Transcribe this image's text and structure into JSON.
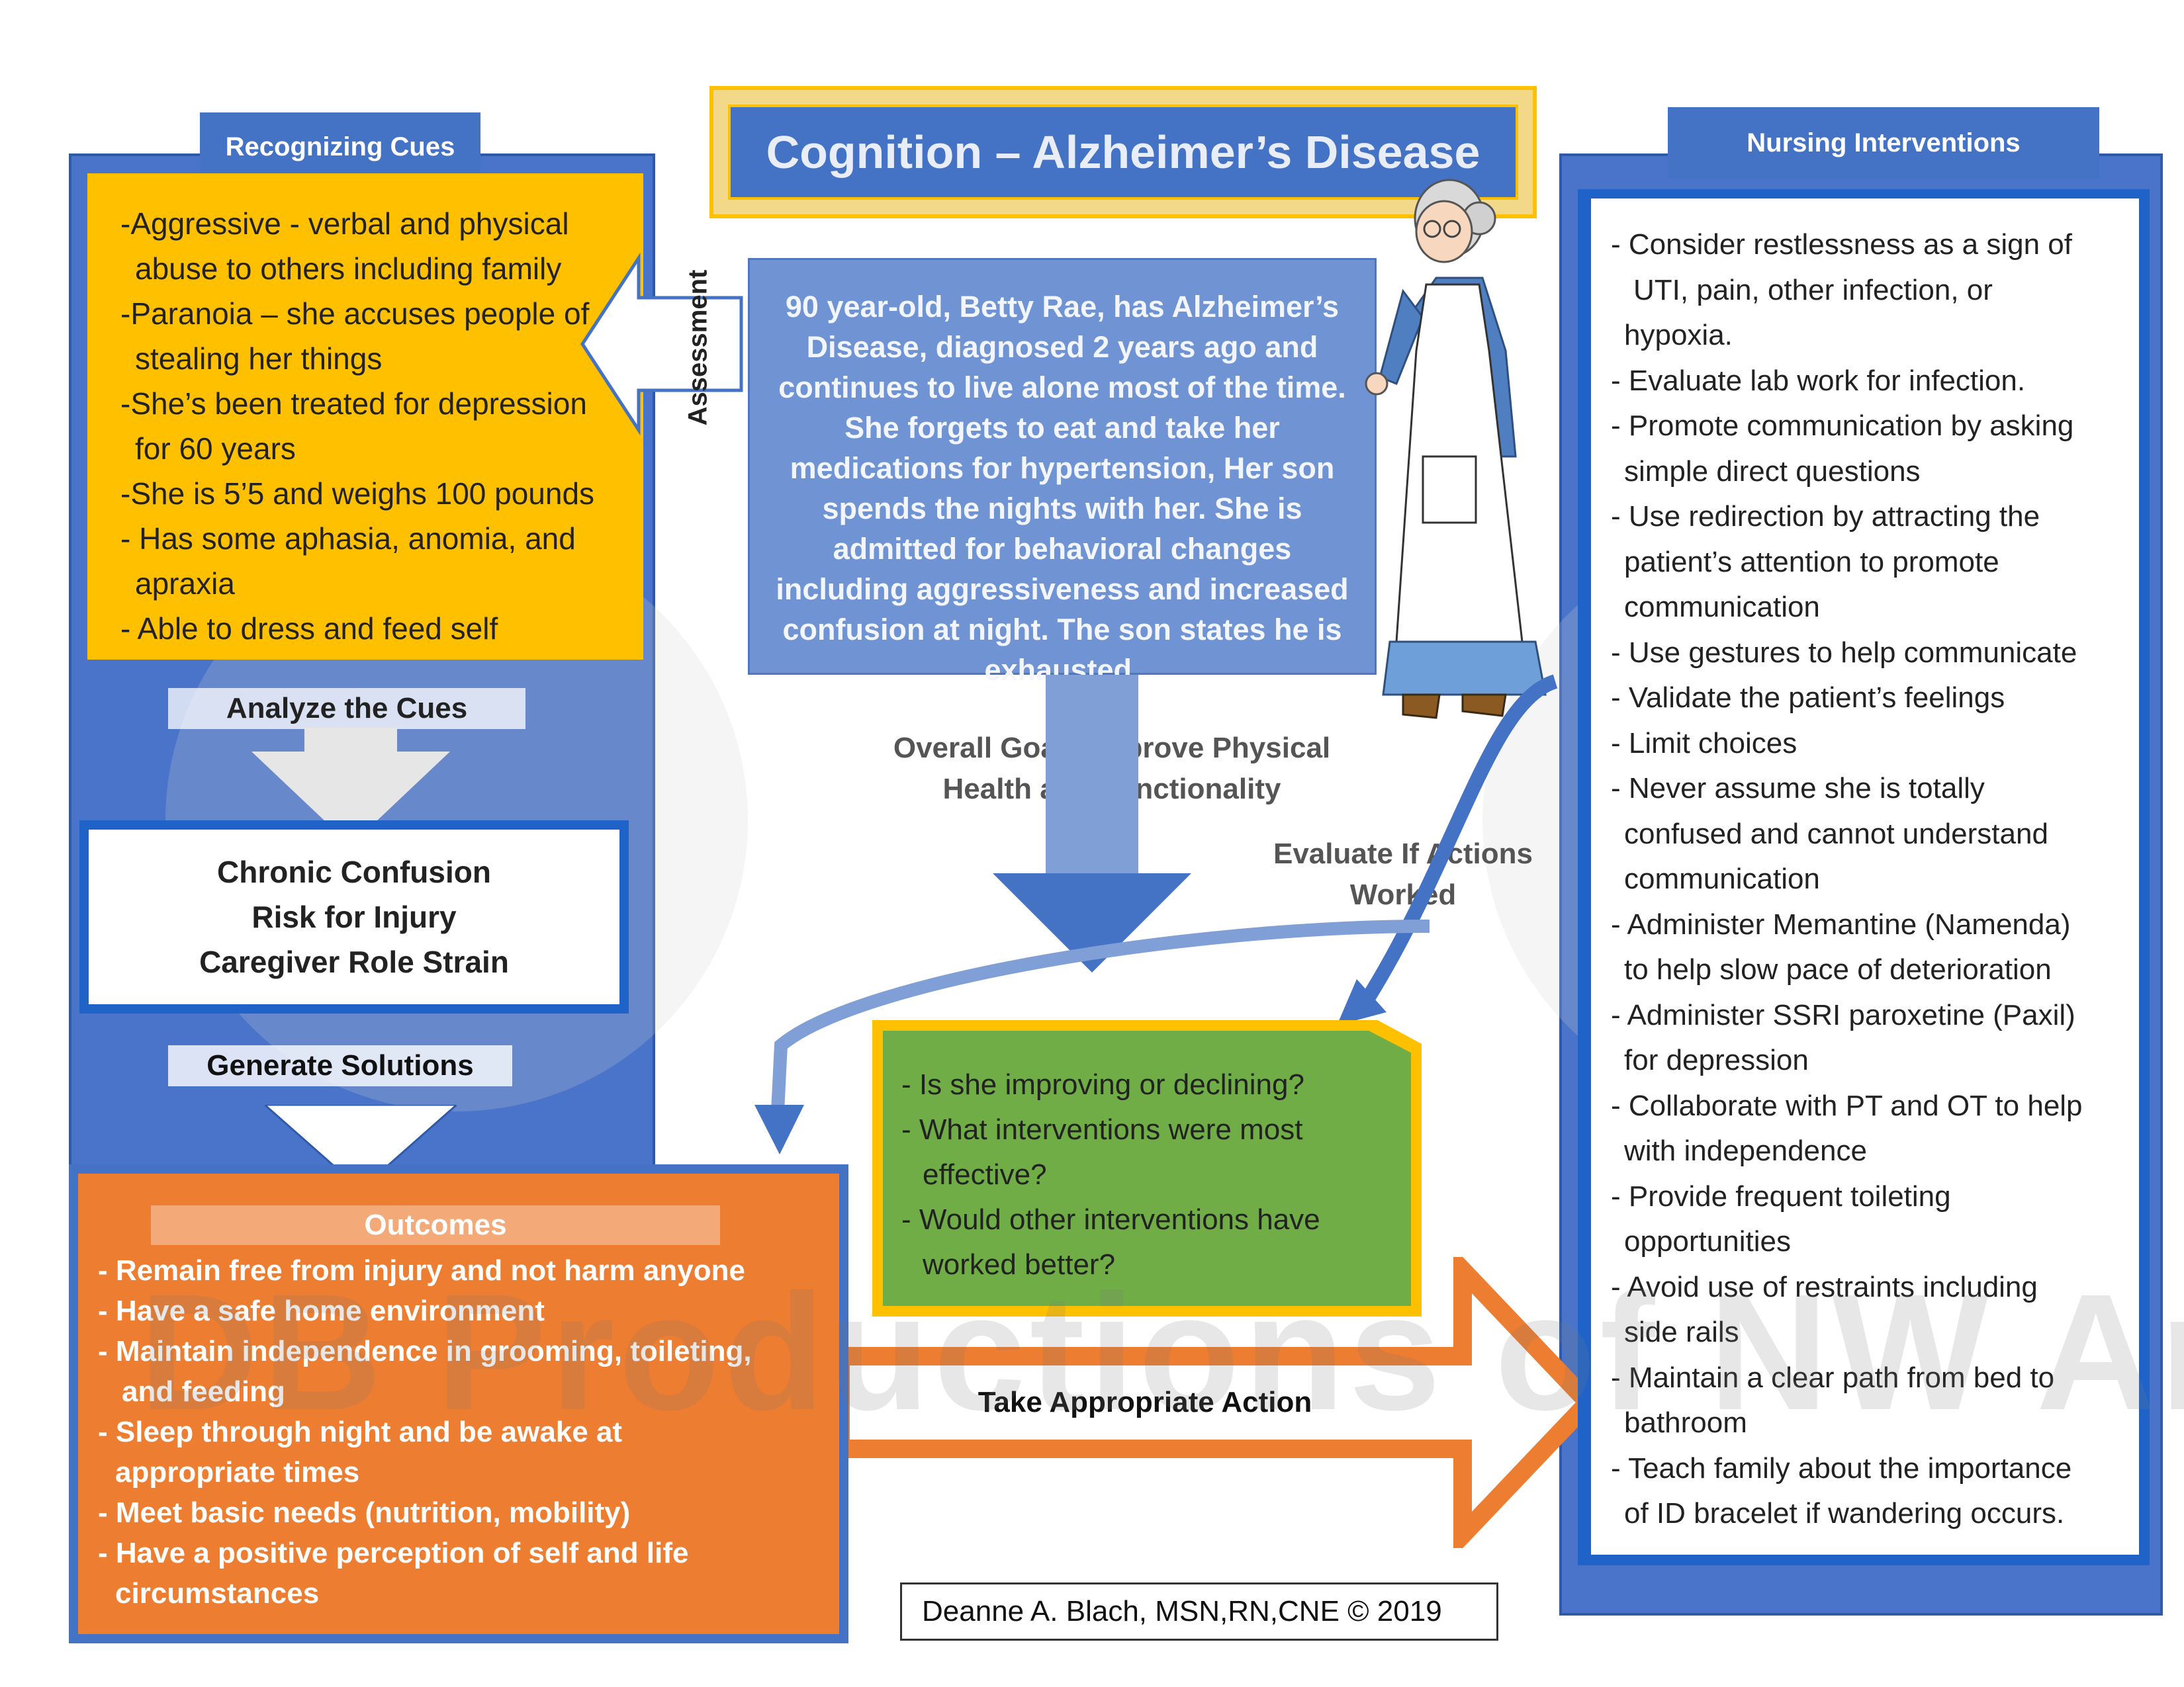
{
  "title": "Cognition – Alzheimer’s Disease",
  "recognizing_cues": {
    "tab": "Recognizing Cues",
    "items": [
      "-Aggressive - verbal and physical",
      "abuse to others including family",
      "-Paranoia – she accuses people of",
      "stealing her things",
      "-She’s been treated for depression",
      "for 60 years",
      "-She is 5’5 and weighs 100 pounds",
      "- Has some aphasia, anomia, and",
      "apraxia",
      "- Able to dress and feed self"
    ]
  },
  "assessment_label": "Assessment",
  "case_study": "90 year-old, Betty Rae, has Alzheimer’s Disease, diagnosed 2 years ago and continues to live alone most of the time. She forgets to eat and take her medications for hypertension,  Her son spends the nights with her. She is admitted for behavioral changes including aggressiveness and increased confusion at night. The son states he is exhausted.",
  "analyze_label": "Analyze the Cues",
  "diagnoses": [
    "Chronic Confusion",
    "Risk for Injury",
    "Caregiver Role Strain"
  ],
  "generate_label": "Generate Solutions",
  "overall_goal": "Overall Goal - Improve Physical Health and Functionality",
  "evaluate_label": "Evaluate If Actions Worked",
  "evaluation_questions": [
    "- Is she improving or declining?",
    "- What interventions were most",
    "effective?",
    "- Would other interventions have",
    "worked better?"
  ],
  "outcomes": {
    "title": "Outcomes",
    "items": [
      "- Remain free from injury and not harm anyone",
      "- Have a safe home environment",
      "- Maintain independence in grooming, toileting,",
      "and feeding",
      "- Sleep through night and be awake at",
      "appropriate times",
      "- Meet basic needs (nutrition, mobility)",
      "- Have a positive perception of self and life",
      "circumstances"
    ]
  },
  "take_action_label": "Take Appropriate Action",
  "nursing_interventions": {
    "tab": "Nursing Interventions",
    "items": [
      "- Consider restlessness as a sign of",
      "UTI, pain, other infection, or",
      "hypoxia.",
      "- Evaluate lab work for infection.",
      "- Promote communication by asking",
      "simple direct questions",
      "- Use redirection by attracting the",
      "patient’s attention to promote",
      "communication",
      "- Use gestures to help communicate",
      "- Validate the patient’s feelings",
      "- Limit choices",
      "- Never assume she is totally",
      "confused and cannot understand",
      "communication",
      "- Administer Memantine (Namenda)",
      "to help slow pace of deterioration",
      "- Administer SSRI paroxetine (Paxil)",
      "for depression",
      "- Collaborate with PT and OT to help",
      "with independence",
      "- Provide frequent toileting",
      "opportunities",
      "- Avoid use of restraints including",
      "side rails",
      "- Maintain a clear path from bed to",
      "bathroom",
      "- Teach family about the importance",
      "of ID bracelet if wandering occurs."
    ]
  },
  "credit": "Deanne A. Blach, MSN,RN,CNE © 2019",
  "watermark": "DB Productions of NW Ar, Inc.",
  "colors": {
    "blue": "#4472c4",
    "light_blue": "#7f9fd6",
    "orange": "#ed7d31",
    "yellow": "#ffc000",
    "green": "#70ad47",
    "dark_blue_border": "#1f63c9"
  }
}
